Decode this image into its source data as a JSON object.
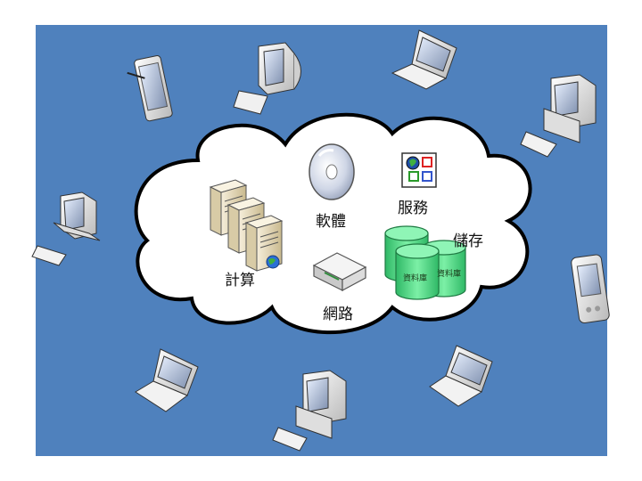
{
  "labels": {
    "compute": "計算",
    "software": "軟體",
    "services": "服務",
    "storage": "儲存",
    "network": "網路",
    "database": "資料庫"
  },
  "colors": {
    "background": "#4f81bd",
    "cloud_fill": "#ffffff",
    "cloud_stroke": "#000000",
    "storage_green": "#3fcf7a"
  },
  "icons": [
    "tablet-pen-icon",
    "crt-desktop-icon",
    "laptop-icon",
    "desktop-computer-icon",
    "server-stack-icon",
    "cd-disc-icon",
    "services-icon",
    "router-icon",
    "database-icon",
    "pda-icon"
  ]
}
